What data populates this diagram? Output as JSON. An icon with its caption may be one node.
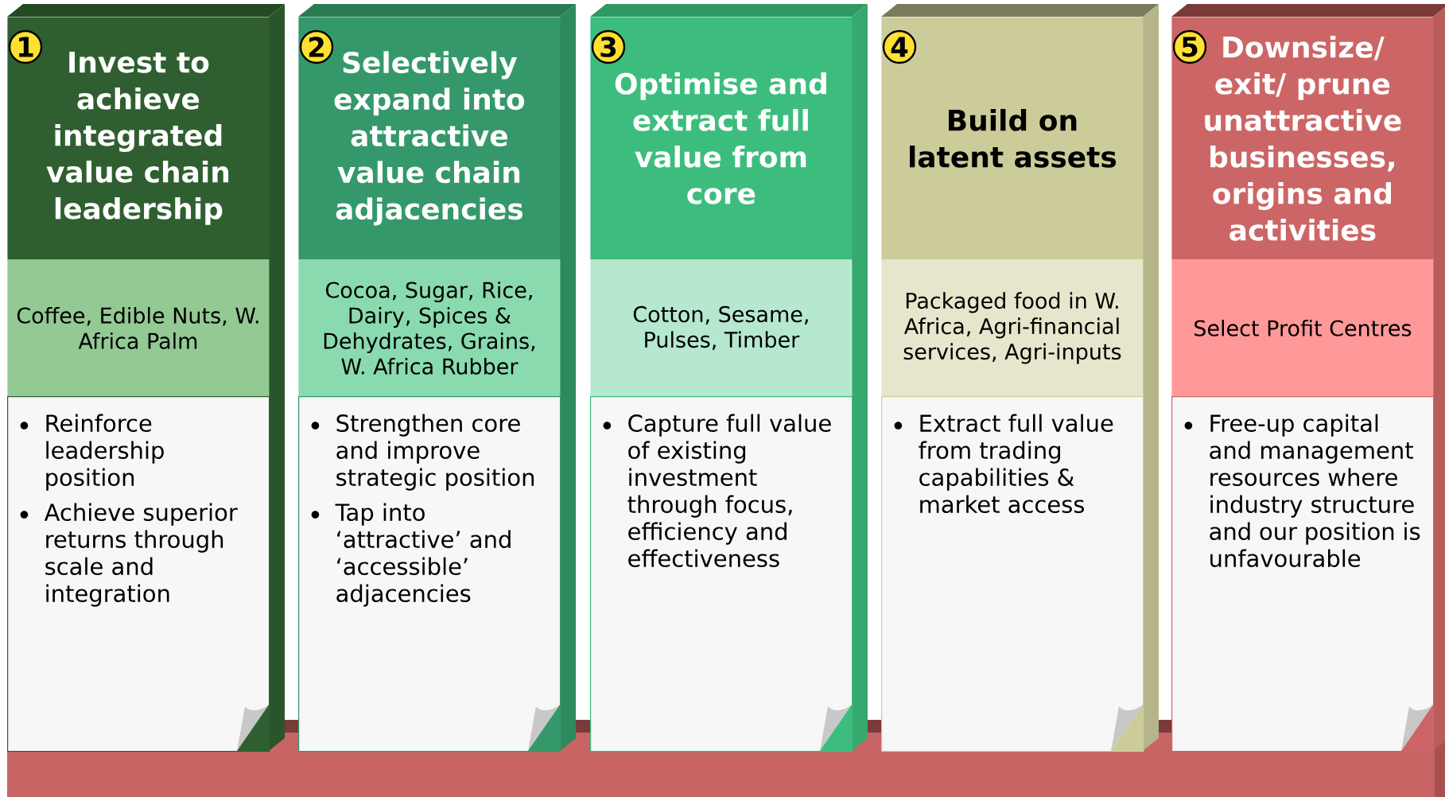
{
  "diagram": {
    "nodes": [
      {
        "text": [
          "1"
        ],
        "in": 1
      },
      {
        "text": [
          "Invest to achieve integrated value chain leadership"
        ]
      },
      {
        "text": [
          "Coffee, Edible Nuts, W. Africa Palm"
        ]
      },
      {
        "text": [
          "Reinforce leadership position",
          "Achieve superior returns through scale and integration"
        ]
      },
      {
        "text": [
          "2"
        ],
        "in": 5
      },
      {
        "text": [
          "Selectively expand into attractive value chain adjacencies"
        ]
      },
      {
        "text": [
          "Cocoa, Sugar, Rice, Dairy, Spices & Dehydrates, Grains, W. Africa Rubber"
        ]
      },
      {
        "text": [
          "Strengthen core and improve strategic position",
          "Tap into ‘attractive’ and ‘accessible’ adjacencies"
        ]
      },
      {
        "text": [
          "3"
        ],
        "in": 9
      },
      {
        "text": [
          "Optimise and extract full value from core"
        ]
      },
      {
        "text": [
          "Cotton, Sesame, Pulses, Timber"
        ]
      },
      {
        "text": [
          "Capture full value of existing investment through focus, efficiency and effectiveness"
        ]
      },
      {
        "text": [
          "4"
        ],
        "in": 13
      },
      {
        "text": [
          "Build on latent assets"
        ]
      },
      {
        "text": [
          "Packaged food in W. Africa, Agri-financial services, Agri-inputs"
        ]
      },
      {
        "text": [
          "Extract full value from trading capabilities & market access"
        ]
      },
      {
        "text": [
          "5"
        ],
        "in": 17
      },
      {
        "text": [
          "Downsize/ exit/ prune unattractive businesses, origins and activities"
        ]
      },
      {
        "text": [
          "Select Profit Centres"
        ]
      },
      {
        "text": [
          "Free-up capital and management resources where industry structure and our position is unfavourable"
        ]
      }
    ]
  }
}
